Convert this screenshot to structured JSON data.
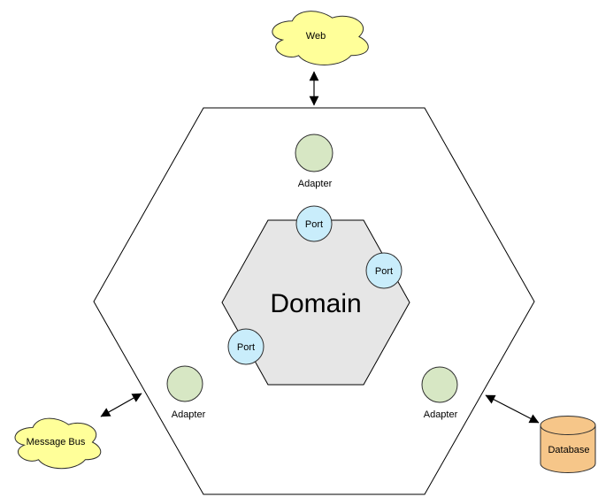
{
  "diagram": {
    "domain": {
      "label": "Domain"
    },
    "ports": [
      {
        "label": "Port",
        "position": "top"
      },
      {
        "label": "Port",
        "position": "upper-right"
      },
      {
        "label": "Port",
        "position": "lower-left"
      }
    ],
    "adapters": [
      {
        "label": "Adapter",
        "position": "top"
      },
      {
        "label": "Adapter",
        "position": "bottom-left"
      },
      {
        "label": "Adapter",
        "position": "bottom-right"
      }
    ],
    "externals": {
      "web": {
        "label": "Web",
        "shape": "cloud"
      },
      "message_bus": {
        "label": "Message Bus",
        "shape": "cloud"
      },
      "database": {
        "label": "Database",
        "shape": "cylinder"
      }
    },
    "colors": {
      "cloud_fill": "#FFFF99",
      "adapter_fill": "#D7E7C4",
      "port_fill": "#C9EDFB",
      "domain_fill": "#E6E6E6",
      "database_fill": "#F6C689",
      "hexagon_fill": "#FFFFFF",
      "stroke": "#2E2E2E",
      "line": "#000000"
    }
  }
}
